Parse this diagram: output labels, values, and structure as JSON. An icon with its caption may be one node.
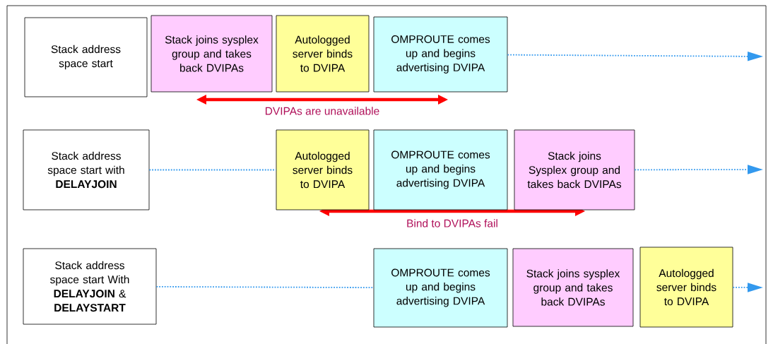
{
  "diagram": {
    "nodes": [
      {
        "text": [
          "Stack address space start"
        ]
      },
      {
        "text": [
          "Stack joins sysplex group and takes back DVIPAs"
        ]
      },
      {
        "text": [
          "Autologged server binds to DVIPA"
        ]
      },
      {
        "text": [
          "OMPROUTE comes up and begins advertising DVIPA"
        ]
      },
      {
        "text": [
          "Stack address space start with **DELAYJOIN**"
        ]
      },
      {
        "text": [
          "Autologged server binds to DVIPA"
        ]
      },
      {
        "text": [
          "OMPROUTE comes up and begins advertising DVIPA"
        ]
      },
      {
        "text": [
          "Stack joins Sysplex group and takes back DVIPAs"
        ]
      },
      {
        "text": [
          "Stack address space start With **DELAYJOIN** & **DELAYSTART**"
        ]
      },
      {
        "text": [
          "OMPROUTE comes up and begins advertising DVIPA"
        ]
      },
      {
        "text": [
          "Stack joins sysplex group and takes back DVIPAs"
        ]
      },
      {
        "text": [
          "Autologged server binds to DVIPA"
        ]
      }
    ],
    "edges": [
      {
        "from": 3,
        "to": null,
        "arrow": "to",
        "style": "dashed",
        "color": "#3399ee"
      },
      {
        "from": 4,
        "to": 5,
        "arrow": "none",
        "style": "dashed",
        "color": "#3399ee"
      },
      {
        "from": 7,
        "to": null,
        "arrow": "to",
        "style": "dashed",
        "color": "#3399ee"
      },
      {
        "from": 8,
        "to": 9,
        "arrow": "none",
        "style": "dashed",
        "color": "#3399ee"
      },
      {
        "from": 11,
        "to": null,
        "arrow": "to",
        "style": "dashed",
        "color": "#3399ee"
      }
    ],
    "labels": [
      "DVIPAs are unavailable",
      "Bind to DVIPAs fail"
    ]
  }
}
